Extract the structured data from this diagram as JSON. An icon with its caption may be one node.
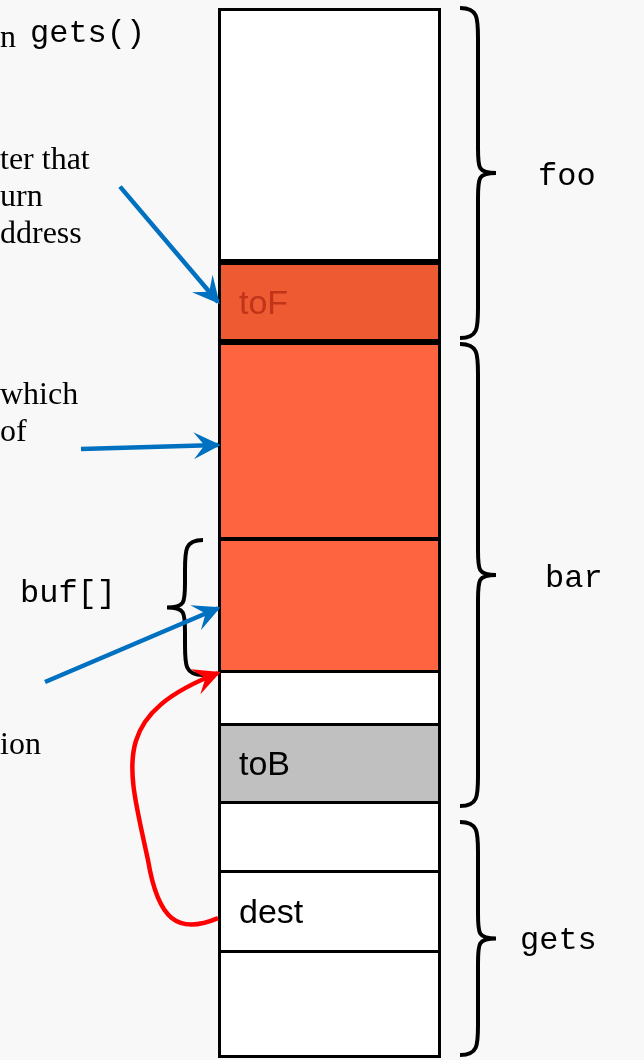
{
  "diagram": {
    "nodes": [
      {
        "text": [],
        "shape": "box"
      },
      {
        "text": [
          "toF"
        ]
      },
      {
        "text": [],
        "shape": "box"
      },
      {
        "text": [],
        "shape": "box"
      },
      {
        "text": [],
        "shape": "box"
      },
      {
        "text": [
          "toB"
        ]
      },
      {
        "text": [],
        "shape": "box"
      },
      {
        "text": [
          "dest"
        ]
      },
      {
        "text": [],
        "shape": "box"
      },
      {
        "text": [
          "ter that urn ddress"
        ]
      },
      {
        "text": [
          "which of"
        ]
      }
    ],
    "edges": [
      {
        "from": 9,
        "to": 1,
        "arrow": "to",
        "color": "#0070c0"
      },
      {
        "from": 10,
        "to": 2,
        "arrow": "to",
        "color": "#0070c0"
      },
      {
        "from": null,
        "to": 3,
        "arrow": "to",
        "color": "#0070c0"
      },
      {
        "from": 7,
        "to": 3,
        "arrow": "to",
        "color": "#ff0000"
      }
    ],
    "labels": [
      "n",
      "gets()",
      "foo",
      "bar",
      "buf[]",
      "ion",
      "gets"
    ]
  }
}
